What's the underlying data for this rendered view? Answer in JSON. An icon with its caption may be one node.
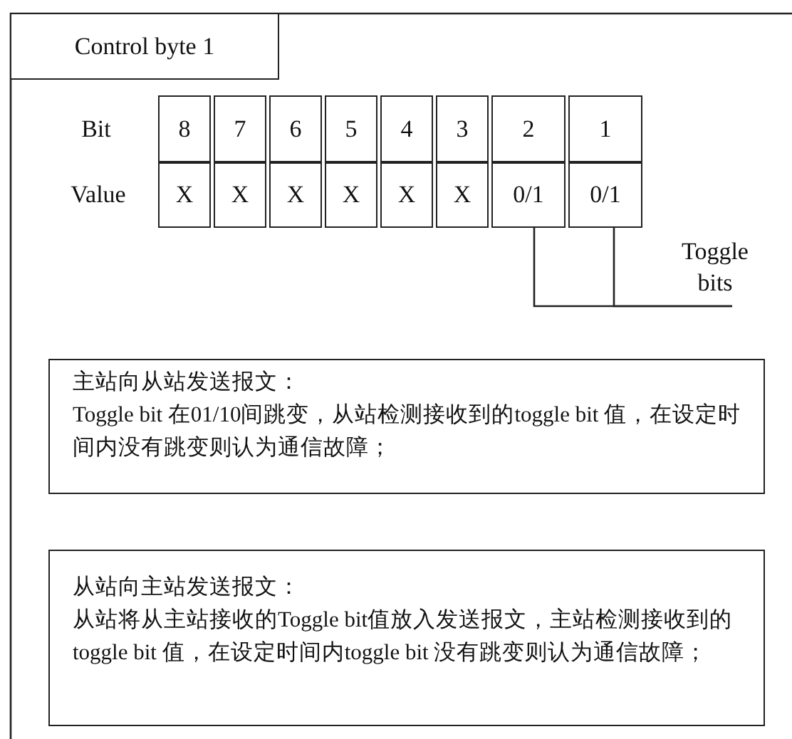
{
  "diagram": {
    "nodes": [
      {
        "text": [
          "Control byte 1"
        ]
      },
      {
        "text": [
          "0/1"
        ]
      },
      {
        "text": [
          "0/1"
        ]
      },
      {
        "text": [
          "Toggle bits"
        ]
      },
      {
        "text": [
          "主站向从站发送报文：",
          "Toggle bit 在01/10间跳变，从站检测接收到的toggle bit 值，在设定时间内没有跳变则认为通信故障；"
        ]
      },
      {
        "text": [
          "从站向主站发送报文：",
          "从站将从主站接收的Toggle bit值放入发送报文，主站检测接收到的toggle bit 值，在设定时间内toggle bit 没有跳变则认为通信故障；"
        ]
      }
    ],
    "edges": [
      {
        "from": 3,
        "to": 1,
        "arrow": "none"
      },
      {
        "from": 3,
        "to": 2,
        "arrow": "none"
      }
    ],
    "labels": [
      "Bit",
      "8",
      "7",
      "6",
      "5",
      "4",
      "3",
      "2",
      "1",
      "Value",
      "X",
      "X",
      "X",
      "X",
      "X",
      "X"
    ]
  }
}
